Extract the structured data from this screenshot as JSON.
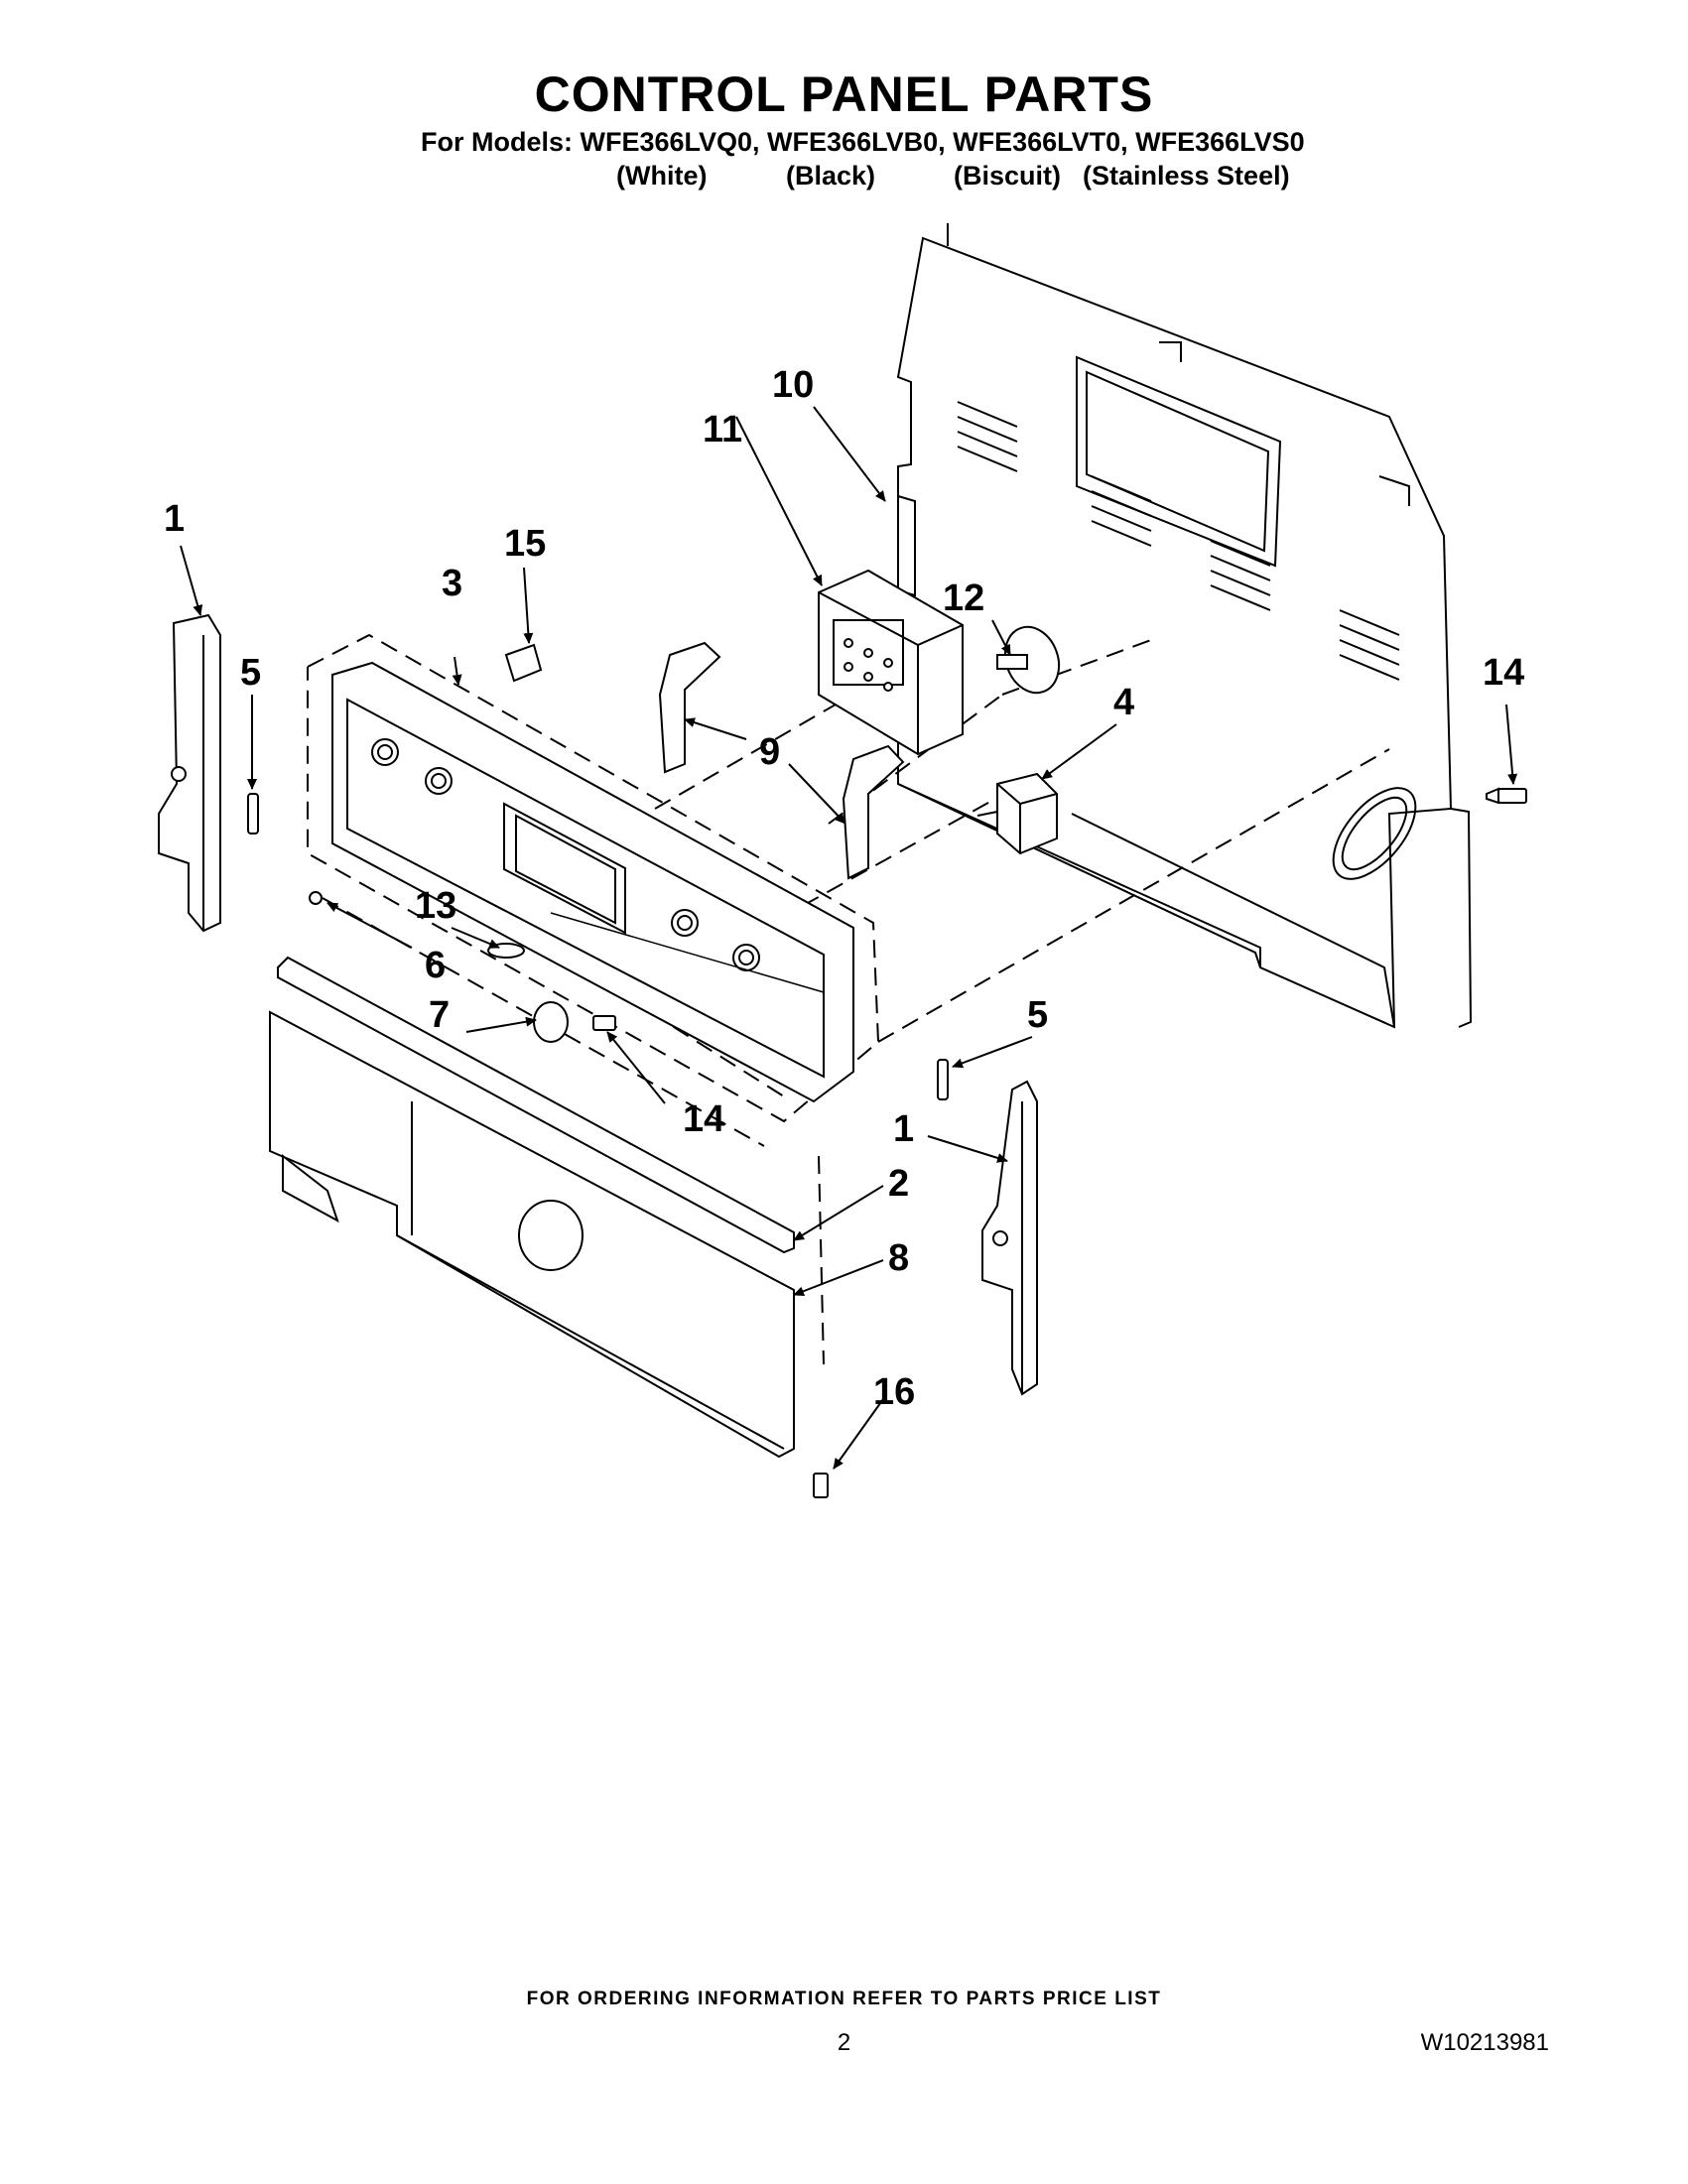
{
  "header": {
    "title": "CONTROL PANEL PARTS",
    "models_line": "For Models: WFE366LVQ0, WFE366LVB0, WFE366LVT0, WFE366LVS0",
    "colors": [
      "(White)",
      "(Black)",
      "(Biscuit)",
      "(Stainless Steel)"
    ]
  },
  "callouts": {
    "c1_top": "1",
    "c1_bottom": "1",
    "c2": "2",
    "c3": "3",
    "c4": "4",
    "c5_left": "5",
    "c5_right": "5",
    "c6": "6",
    "c7": "7",
    "c8": "8",
    "c9": "9",
    "c10": "10",
    "c11": "11",
    "c12": "12",
    "c13": "13",
    "c14_right": "14",
    "c14_center": "14",
    "c15": "15",
    "c16": "16"
  },
  "footer": {
    "ordering_note": "FOR ORDERING INFORMATION REFER TO PARTS PRICE LIST",
    "page_number": "2",
    "document_number": "W10213981"
  }
}
